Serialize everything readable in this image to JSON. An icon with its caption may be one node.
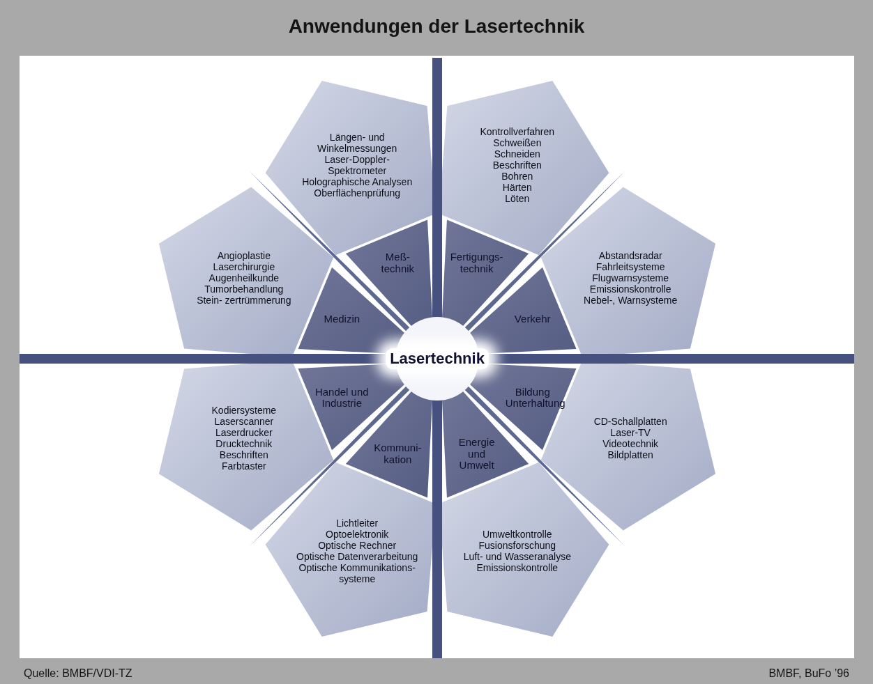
{
  "diagram": {
    "title": "Anwendungen der Lasertechnik",
    "nodes": [
      {
        "text": [
          "Lasertechnik"
        ]
      },
      {
        "text": [
          "Meß- technik"
        ]
      },
      {
        "text": [
          "Fertigungs- technik"
        ]
      },
      {
        "text": [
          "Medizin"
        ]
      },
      {
        "text": [
          "Verkehr"
        ]
      },
      {
        "text": [
          "Handel und Industrie"
        ]
      },
      {
        "text": [
          "Bildung Unterhaltung"
        ]
      },
      {
        "text": [
          "Kommuni- kation"
        ]
      },
      {
        "text": [
          "Energie und Umwelt"
        ]
      },
      {
        "text": [
          "Längen- und Winkelmessungen",
          "Laser-Doppler- Spektrometer",
          "Holographische Analysen",
          "Oberflächenprüfung"
        ]
      },
      {
        "text": [
          "Kontrollverfahren",
          "Schweißen",
          "Schneiden",
          "Beschriften",
          "Bohren",
          "Härten",
          "Löten"
        ]
      },
      {
        "text": [
          "Angioplastie",
          "Laserchirurgie",
          "Augenheilkunde",
          "Tumorbehandlung",
          "Stein- zertrümmerung"
        ]
      },
      {
        "text": [
          "Abstandsradar",
          "Fahrleitsysteme",
          "Flugwarnsysteme",
          "Emissionskontrolle",
          "Nebel-, Warnsysteme"
        ]
      },
      {
        "text": [
          "Kodiersysteme",
          "Laserscanner",
          "Laserdrucker",
          "Drucktechnik",
          "Beschriften",
          "Farbtaster"
        ]
      },
      {
        "text": [
          "CD-Schallplatten",
          "Laser-TV",
          "Videotechnik",
          "Bildplatten"
        ]
      },
      {
        "text": [
          "Lichtleiter",
          "Optoelektronik",
          "Optische Rechner",
          "Optische Datenverarbeitung",
          "Optische Kommunikations- systeme"
        ]
      },
      {
        "text": [
          "Umweltkontrolle",
          "Fusionsforschung",
          "Luft- und Wasseranalyse",
          "Emissionskontrolle"
        ]
      }
    ],
    "labels": [
      "Quelle: BMBF/VDI-TZ",
      "BMBF, BuFo ’96"
    ]
  }
}
